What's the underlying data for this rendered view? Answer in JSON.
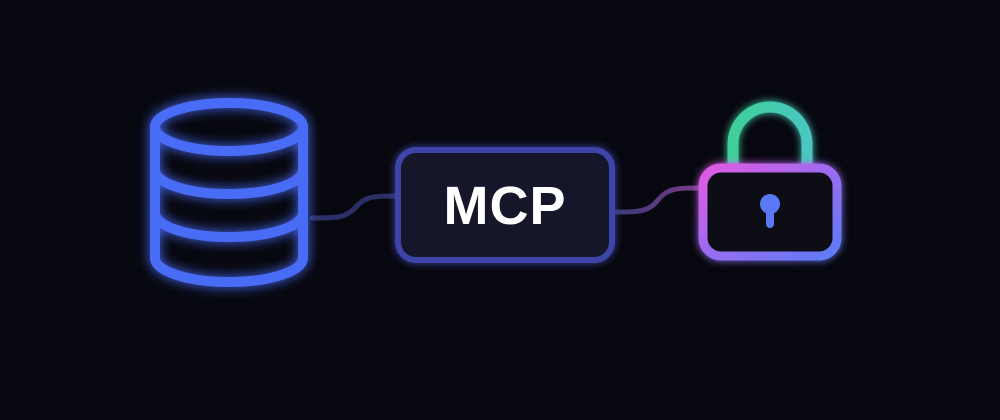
{
  "diagram": {
    "server_label": "MCP",
    "nodes": [
      {
        "name": "database",
        "icon": "database-icon"
      },
      {
        "name": "mcp-server",
        "icon": "mcp-box"
      },
      {
        "name": "security",
        "icon": "lock-icon"
      }
    ]
  },
  "colors": {
    "background": "#07070f",
    "database_stroke": "#4a6cf7",
    "box_stroke": "#3e44a8",
    "box_fill": "#15162c",
    "connector": "#2c2f66",
    "lock_shackle": "#3fcf9a",
    "lock_gradient_start": "#e05be3",
    "lock_gradient_end": "#5c7cf6"
  }
}
